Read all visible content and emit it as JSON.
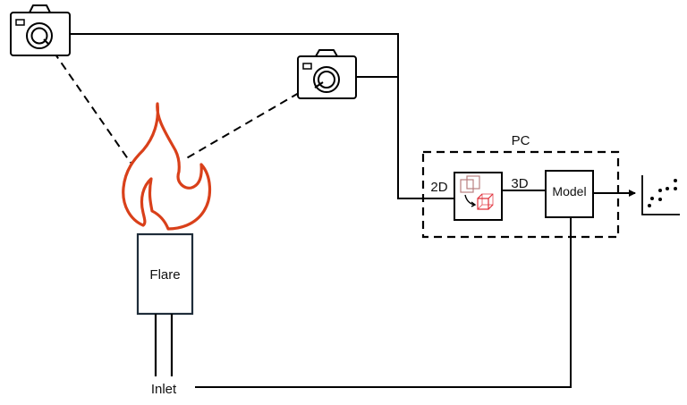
{
  "diagram": {
    "title": "Flare monitoring pipeline",
    "colors": {
      "line": "#000000",
      "flame": "#d9401a",
      "flare_box": "#1f2d3a",
      "reconstruction": "#e0303a",
      "reconstruction_faint": "#b98080"
    },
    "nodes": {
      "camera_1": {
        "icon": "camera-icon"
      },
      "camera_2": {
        "icon": "camera-icon"
      },
      "flame": {
        "icon": "flame-icon"
      },
      "flare": {
        "label": "Flare"
      },
      "inlet": {
        "label": "Inlet"
      },
      "pc": {
        "label": "PC"
      },
      "reconstruction": {
        "icon": "2d-to-3d-reconstruction-icon"
      },
      "model": {
        "label": "Model"
      },
      "output": {
        "icon": "scatter-plot-icon"
      }
    },
    "edges": {
      "input_label": "2D",
      "reconstruction_output_label": "3D"
    }
  }
}
